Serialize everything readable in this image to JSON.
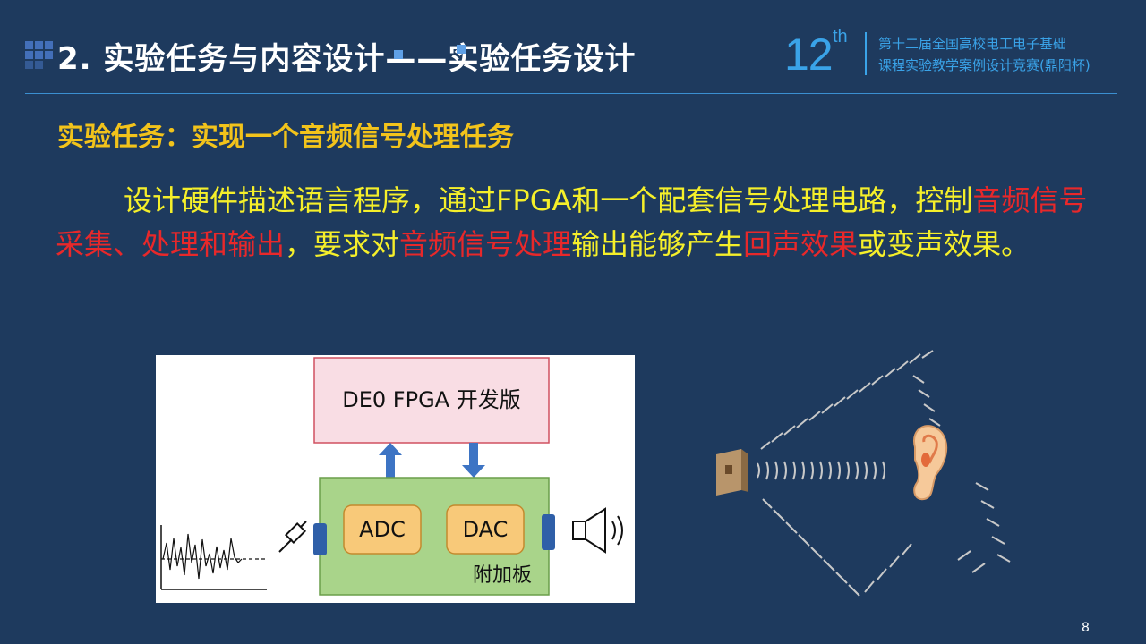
{
  "header": {
    "title": "2. 实验任务与内容设计——实验任务设计",
    "logo_number": "12",
    "logo_suffix": "th",
    "logo_line1": "第十二届全国高校电工电子基础",
    "logo_line2": "课程实验教学案例设计竞赛(鼎阳杯)"
  },
  "main": {
    "subtitle": "实验任务：实现一个音频信号处理任务",
    "paragraph": {
      "seg1": "设计硬件描述语言程序，通过FPGA和一个配套信号处理电路，控制",
      "seg2": "音频信号采集、处理和输出",
      "seg3": "，要求对",
      "seg4": "音频信号处理",
      "seg5": "输出能够产生",
      "seg6": "回声效果",
      "seg7": "或变声效果。"
    }
  },
  "diagram": {
    "fpga_label": "DE0 FPGA 开发版",
    "adc_label": "ADC",
    "dac_label": "DAC",
    "board_label": "附加板"
  },
  "colors": {
    "background": "#1e3a5e",
    "accent_blue": "#3aa3e8",
    "subtitle_gold": "#f2c31b",
    "text_yellow": "#f5ef2a",
    "highlight_red": "#e8282a"
  },
  "footer": {
    "page_number": "8"
  }
}
